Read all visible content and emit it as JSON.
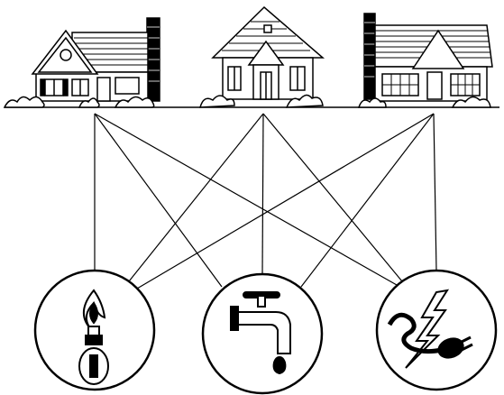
{
  "diagram": {
    "houses": [
      {
        "id": "house-left",
        "style": "cottage with round window and chimney"
      },
      {
        "id": "house-center",
        "style": "gabled cottage with porch"
      },
      {
        "id": "house-right",
        "style": "two-storey house with chimney"
      }
    ],
    "utilities": [
      {
        "id": "gas",
        "icon": "gas-flame-icon"
      },
      {
        "id": "water",
        "icon": "water-tap-icon"
      },
      {
        "id": "electricity",
        "icon": "electric-plug-icon"
      }
    ],
    "connections": [
      [
        "house-left",
        "gas"
      ],
      [
        "house-left",
        "water"
      ],
      [
        "house-left",
        "electricity"
      ],
      [
        "house-center",
        "gas"
      ],
      [
        "house-center",
        "water"
      ],
      [
        "house-center",
        "electricity"
      ],
      [
        "house-right",
        "gas"
      ],
      [
        "house-right",
        "water"
      ],
      [
        "house-right",
        "electricity"
      ]
    ],
    "colors": {
      "ink": "#000000",
      "paper": "#ffffff"
    }
  }
}
